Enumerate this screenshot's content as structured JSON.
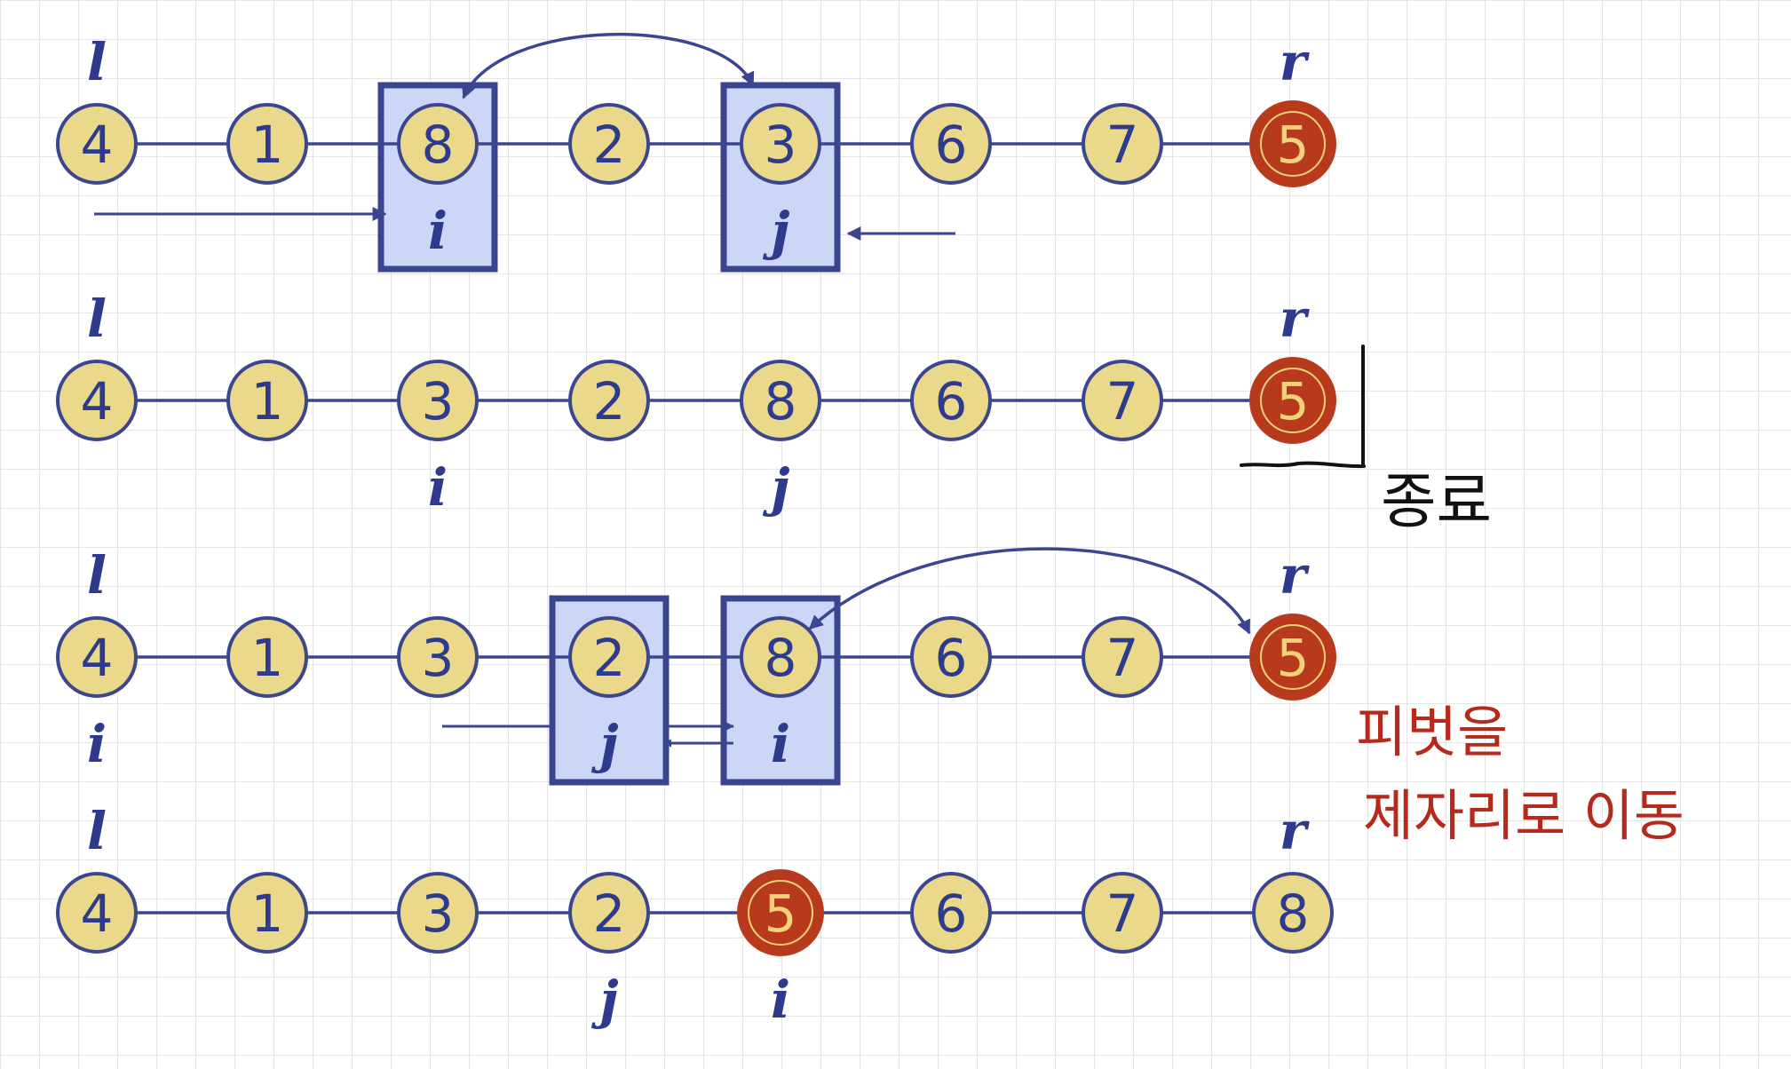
{
  "colors": {
    "line": "#3c4690",
    "node_fill": "#ead98a",
    "node_stroke": "#3c4690",
    "pivot_fill": "#b83a1c",
    "pivot_text": "#f0d27a",
    "box_fill": "#cdd6f6",
    "box_stroke": "#3a4490",
    "label": "#2e3a8c",
    "note_black": "#111111",
    "note_red": "#b52a1c"
  },
  "rows": [
    {
      "values": [
        "4",
        "1",
        "8",
        "2",
        "3",
        "6",
        "7",
        "5"
      ],
      "pivot_index": 7,
      "labels_above": [
        {
          "index": 0,
          "text": "l"
        },
        {
          "index": 7,
          "text": "r"
        }
      ],
      "labels_below": [
        {
          "index": 2,
          "text": "i"
        },
        {
          "index": 4,
          "text": "j"
        }
      ],
      "boxes": [
        2,
        4
      ]
    },
    {
      "values": [
        "4",
        "1",
        "3",
        "2",
        "8",
        "6",
        "7",
        "5"
      ],
      "pivot_index": 7,
      "labels_above": [
        {
          "index": 0,
          "text": "l"
        },
        {
          "index": 7,
          "text": "r"
        }
      ],
      "labels_below": [
        {
          "index": 2,
          "text": "i"
        },
        {
          "index": 4,
          "text": "j"
        }
      ],
      "boxes": []
    },
    {
      "values": [
        "4",
        "1",
        "3",
        "2",
        "8",
        "6",
        "7",
        "5"
      ],
      "pivot_index": 7,
      "labels_above": [
        {
          "index": 0,
          "text": "l"
        },
        {
          "index": 7,
          "text": "r"
        }
      ],
      "labels_below": [
        {
          "index": 0,
          "text": "i"
        },
        {
          "index": 3,
          "text": "j"
        },
        {
          "index": 4,
          "text": "i"
        }
      ],
      "boxes": [
        3,
        4
      ]
    },
    {
      "values": [
        "4",
        "1",
        "3",
        "2",
        "5",
        "6",
        "7",
        "8"
      ],
      "pivot_index": 4,
      "labels_above": [
        {
          "index": 0,
          "text": "l"
        },
        {
          "index": 7,
          "text": "r"
        }
      ],
      "labels_below": [
        {
          "index": 3,
          "text": "j"
        },
        {
          "index": 4,
          "text": "i"
        }
      ],
      "boxes": []
    }
  ],
  "notes": {
    "end_label": "종료",
    "pivot_note_line1": "피벗을",
    "pivot_note_line2": "제자리로 이동"
  }
}
